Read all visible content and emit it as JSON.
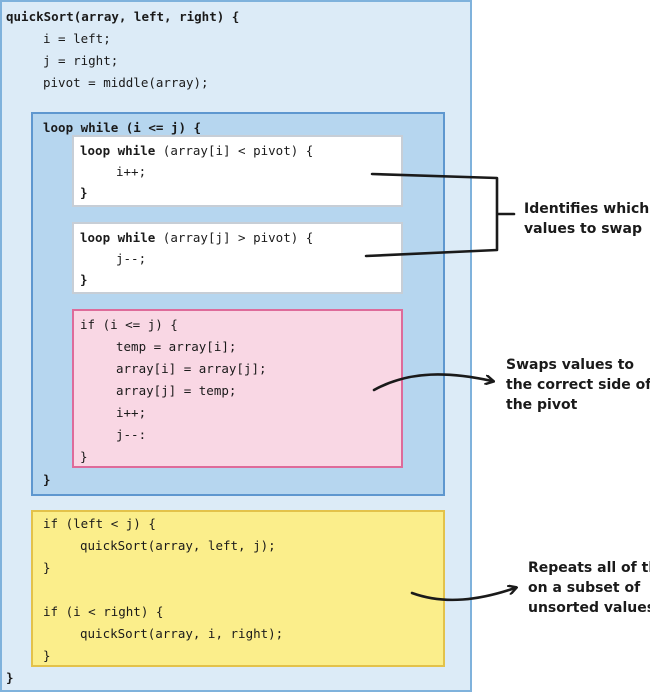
{
  "code": {
    "func_header": "quickSort(array, left, right) {",
    "line_i": "i = left;",
    "line_j": "j = right;",
    "line_pivot": "pivot = middle(array);",
    "loop_header": "loop while (i <= j) {",
    "inner1_kw": "loop while",
    "inner1_rest": " (array[i] < pivot) {",
    "inner1_body": "i++;",
    "inner1_close": "}",
    "inner2_kw": "loop while",
    "inner2_rest": " (array[j] > pivot) {",
    "inner2_body": "j--;",
    "inner2_close": "}",
    "if_header": "if (i <= j) {",
    "swap1": "temp = array[i];",
    "swap2": "array[i] = array[j];",
    "swap3": "array[j] = temp;",
    "swap4": "i++;",
    "swap5": "j--:",
    "if_close": "}",
    "loop_close": "}",
    "rec1_header": "if (left < j) {",
    "rec1_call": "quickSort(array, left, j);",
    "rec1_close": "}",
    "rec2_header": "if (i < right) {",
    "rec2_call": "quickSort(array, i, right);",
    "rec2_close": "}",
    "func_close": "}"
  },
  "annotations": {
    "identify": "Identifies which\nvalues to swap",
    "swap": "Swaps values to\nthe correct side of\nthe pivot",
    "repeat": "Repeats all of this\non a subset of\nunsorted values"
  },
  "colors": {
    "outer": "#dcebf7",
    "loop": "#b6d6ef",
    "inner": "#ffffff",
    "swap_block": "#f9d7e4",
    "recursion_block": "#fbee8b"
  }
}
